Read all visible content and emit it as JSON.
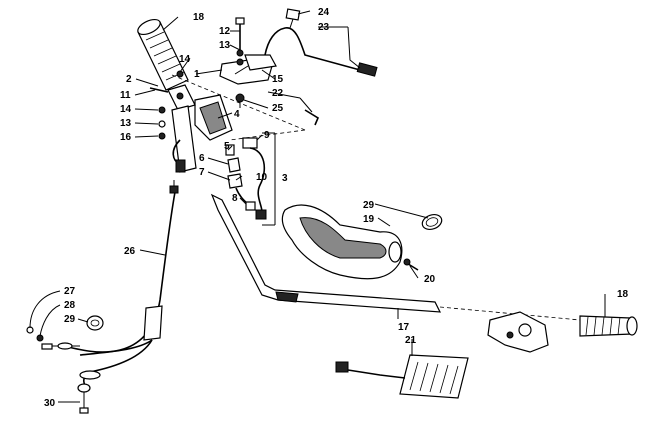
{
  "callouts": {
    "c1": "1",
    "c2": "2",
    "c3": "3",
    "c4": "4",
    "c5": "5",
    "c6": "6",
    "c7": "7",
    "c8": "8",
    "c9": "9",
    "c10": "10",
    "c11": "11",
    "c12": "12",
    "c13a": "13",
    "c13b": "13",
    "c14a": "14",
    "c14b": "14",
    "c15": "15",
    "c16": "16",
    "c17": "17",
    "c18a": "18",
    "c18b": "18",
    "c19": "19",
    "c20": "20",
    "c21": "21",
    "c22": "22",
    "c23": "23",
    "c24": "24",
    "c25": "25",
    "c26": "26",
    "c27": "27",
    "c28": "28",
    "c29a": "29",
    "c29b": "29",
    "c30": "30"
  },
  "colors": {
    "line": "#000000",
    "background": "#ffffff"
  }
}
